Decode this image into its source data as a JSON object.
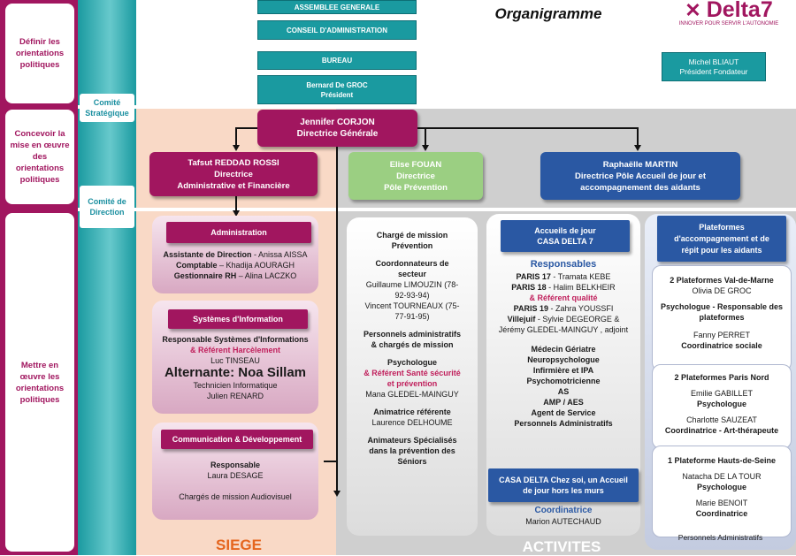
{
  "title": "Organigramme",
  "logo": {
    "brand": "Delta7",
    "tagline": "INNOVER POUR SERVIR L'AUTONOMIE",
    "color": "#a1165f"
  },
  "founder": {
    "name": "Michel BLIAUT",
    "role": "Président Fondateur"
  },
  "left_labels": [
    "Définir les orientations politiques",
    "Concevoir la mise en œuvre des orientations politiques",
    "Mettre en œuvre les orientations politiques"
  ],
  "committees": [
    "Comité Stratégique",
    "Comité de Direction"
  ],
  "governance": [
    "ASSEMBLEE GENERALE",
    "CONSEIL D'ADMINISTRATION",
    "BUREAU"
  ],
  "president": {
    "name": "Bernard De GROC",
    "role": "Président"
  },
  "dg": {
    "name": "Jennifer CORJON",
    "role": "Directrice Générale"
  },
  "directors": {
    "admin": {
      "name": "Tafsut REDDAD ROSSI",
      "role": "Directrice",
      "sub": "Administrative et Financière"
    },
    "prevention": {
      "name": "Elise FOUAN",
      "role": "Directrice",
      "sub": "Pôle Prévention"
    },
    "accueil": {
      "name": "Raphaëlle MARTIN",
      "role": "Directrice Pôle Accueil de jour et",
      "sub": "accompagnement des aidants"
    }
  },
  "siege": {
    "label": "SIEGE",
    "administration": {
      "header": "Administration",
      "lines": [
        [
          "Assistante de Direction",
          " - Anissa AISSA"
        ],
        [
          "Comptable",
          " – Khadija AOURAGH"
        ],
        [
          "Gestionnaire RH",
          " – Alina LACZKO"
        ]
      ]
    },
    "si": {
      "header": "Systèmes d'Information",
      "resp": "Responsable Systèmes d'Informations",
      "ref": "& Référent Harcèlement",
      "name": "Luc TINSEAU",
      "alternante": "Alternante: Noa Sillam",
      "tech": "Technicien Informatique",
      "tech_name": "Julien RENARD"
    },
    "comm": {
      "header": "Communication & Développement",
      "resp": "Responsable",
      "name": "Laura DESAGE",
      "charges": "Chargés de mission Audiovisuel"
    }
  },
  "prevention_panel": {
    "charge": [
      "Chargé de mission",
      "Prévention"
    ],
    "coord_title": [
      "Coordonnateurs de",
      "secteur"
    ],
    "coord1": [
      "Guillaume LIMOUZIN (78-",
      "92-93-94)"
    ],
    "coord2": [
      "Vincent TOURNEAUX (75-",
      "77-91-95)"
    ],
    "admins": [
      "Personnels administratifs",
      "& chargés de mission"
    ],
    "psy": "Psychologue",
    "psy_ref": [
      "& Référent Santé sécurité",
      "et prévention"
    ],
    "psy_name": "Mana GLEDEL-MAINGUY",
    "anim": "Animatrice référente",
    "anim_name": "Laurence DELHOUME",
    "anims": [
      "Animateurs Spécialisés",
      "dans la prévention des",
      "Séniors"
    ]
  },
  "activites": {
    "label": "ACTIVITES",
    "casa": {
      "header": [
        "Accueils de jour",
        "CASA DELTA 7"
      ],
      "resp_title": "Responsables",
      "paris17": [
        "PARIS 17",
        " - Tramata KEBE"
      ],
      "paris18": [
        "PARIS 18",
        " - Halim BELKHEIR"
      ],
      "ref_qualite": "& Référent qualité",
      "paris19": [
        "PARIS 19",
        " - Zahra YOUSSFI"
      ],
      "villejuif": [
        "Villejuif",
        " - Sylvie DEGEORGE &"
      ],
      "adjoint": "Jérémy GLEDEL-MAINGUY , adjoint",
      "staff": [
        "Médecin Gériatre",
        "Neuropsychologue",
        "Infirmière et IPA",
        "Psychomotricienne",
        "AS",
        "AMP / AES",
        "Agent de Service",
        "Personnels Administratifs"
      ],
      "chez_soi": [
        "CASA DELTA Chez soi, un Accueil",
        "de jour hors les murs"
      ],
      "coord_title": "Coordinatrice",
      "coord_name": "Marion AUTECHAUD"
    },
    "plateformes": {
      "header": [
        "Plateformes",
        "d'accompagnement et de",
        "répit pour les aidants"
      ],
      "vdm": {
        "title": "2 Plateformes Val-de-Marne",
        "name1": "Olivia DE GROC",
        "role1": [
          "Psychologue - Responsable des",
          "plateformes"
        ],
        "name2": "Fanny PERRET",
        "role2": "Coordinatrice sociale"
      },
      "pn": {
        "title": "2 Plateformes Paris Nord",
        "name1": "Emilie GABILLET",
        "role1": "Psychologue",
        "name2": "Charlotte SAUZEAT",
        "role2": "Coordinatrice - Art-thérapeute"
      },
      "hds": {
        "title": "1 Plateforme Hauts-de-Seine",
        "name1": "Natacha DE LA TOUR",
        "role1": "Psychologue",
        "name2": "Marie BENOIT",
        "role2": "Coordinatrice"
      },
      "admins": "Personnels Administratifs"
    }
  }
}
